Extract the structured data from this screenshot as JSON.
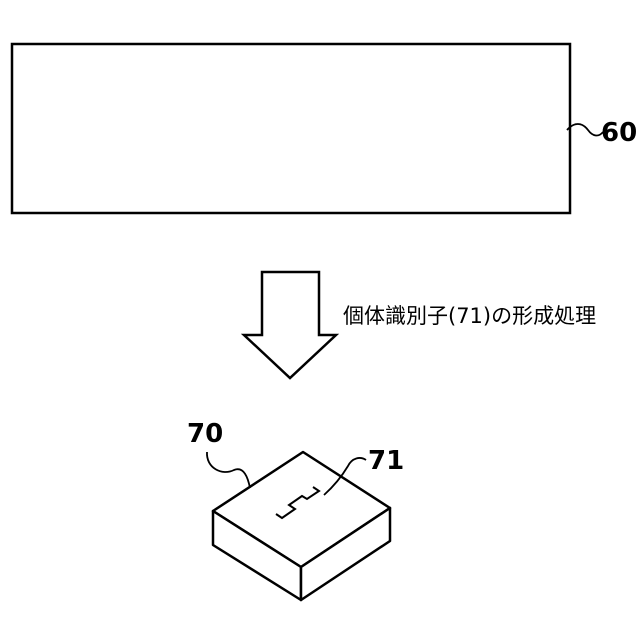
{
  "labels": {
    "wafer_ref": "60",
    "chip_ref": "70",
    "identifier_ref": "71"
  },
  "process_caption": "個体識別子(71)の形成処理",
  "icons": {
    "arrow": "down-arrow-icon",
    "identifier_mark": "zigzag-mark-icon"
  },
  "colors": {
    "stroke": "#000000",
    "fill": "#ffffff"
  }
}
